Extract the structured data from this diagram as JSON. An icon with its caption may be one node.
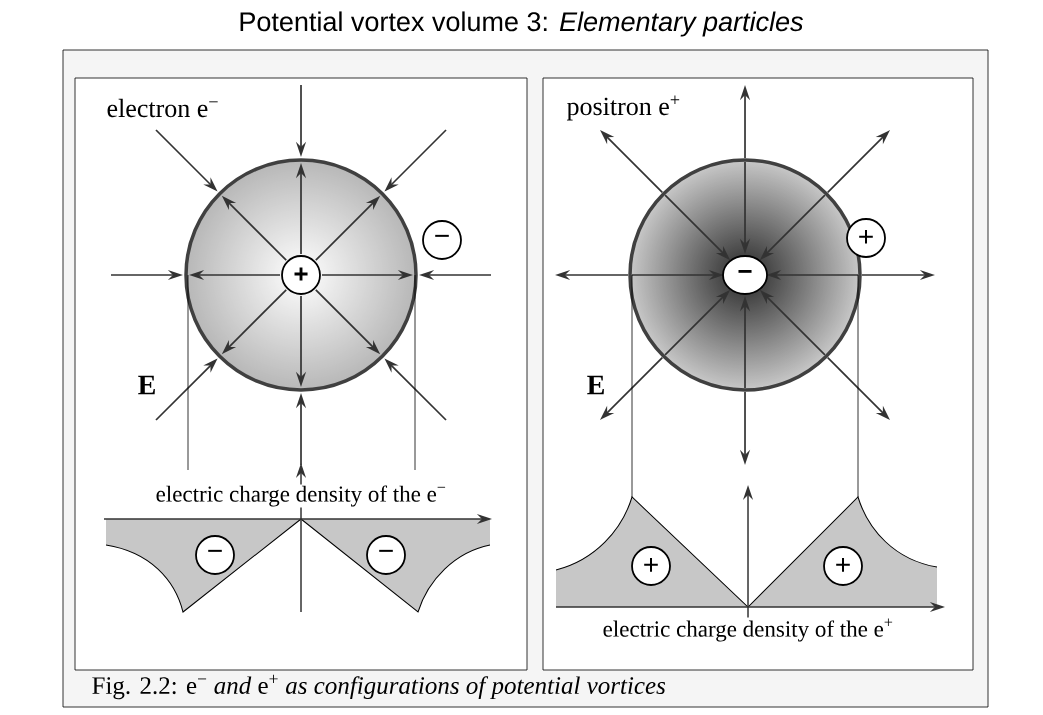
{
  "diagram": {
    "title": "Potential vortex volume 3: *Elementary particles*",
    "caption": "Fig. 2.2:    e$^{−}$  *and*  e$^{+}$  *as configurations of potential vortices*",
    "labels": [
      "electron e$^{−}$",
      "−",
      "+",
      "E",
      "electric charge density of the e$^{−}$",
      "−",
      "−",
      "positron e$^{+}$",
      "+",
      "−",
      "E",
      "+",
      "+",
      "electric charge density of the e$^{+}$"
    ]
  }
}
